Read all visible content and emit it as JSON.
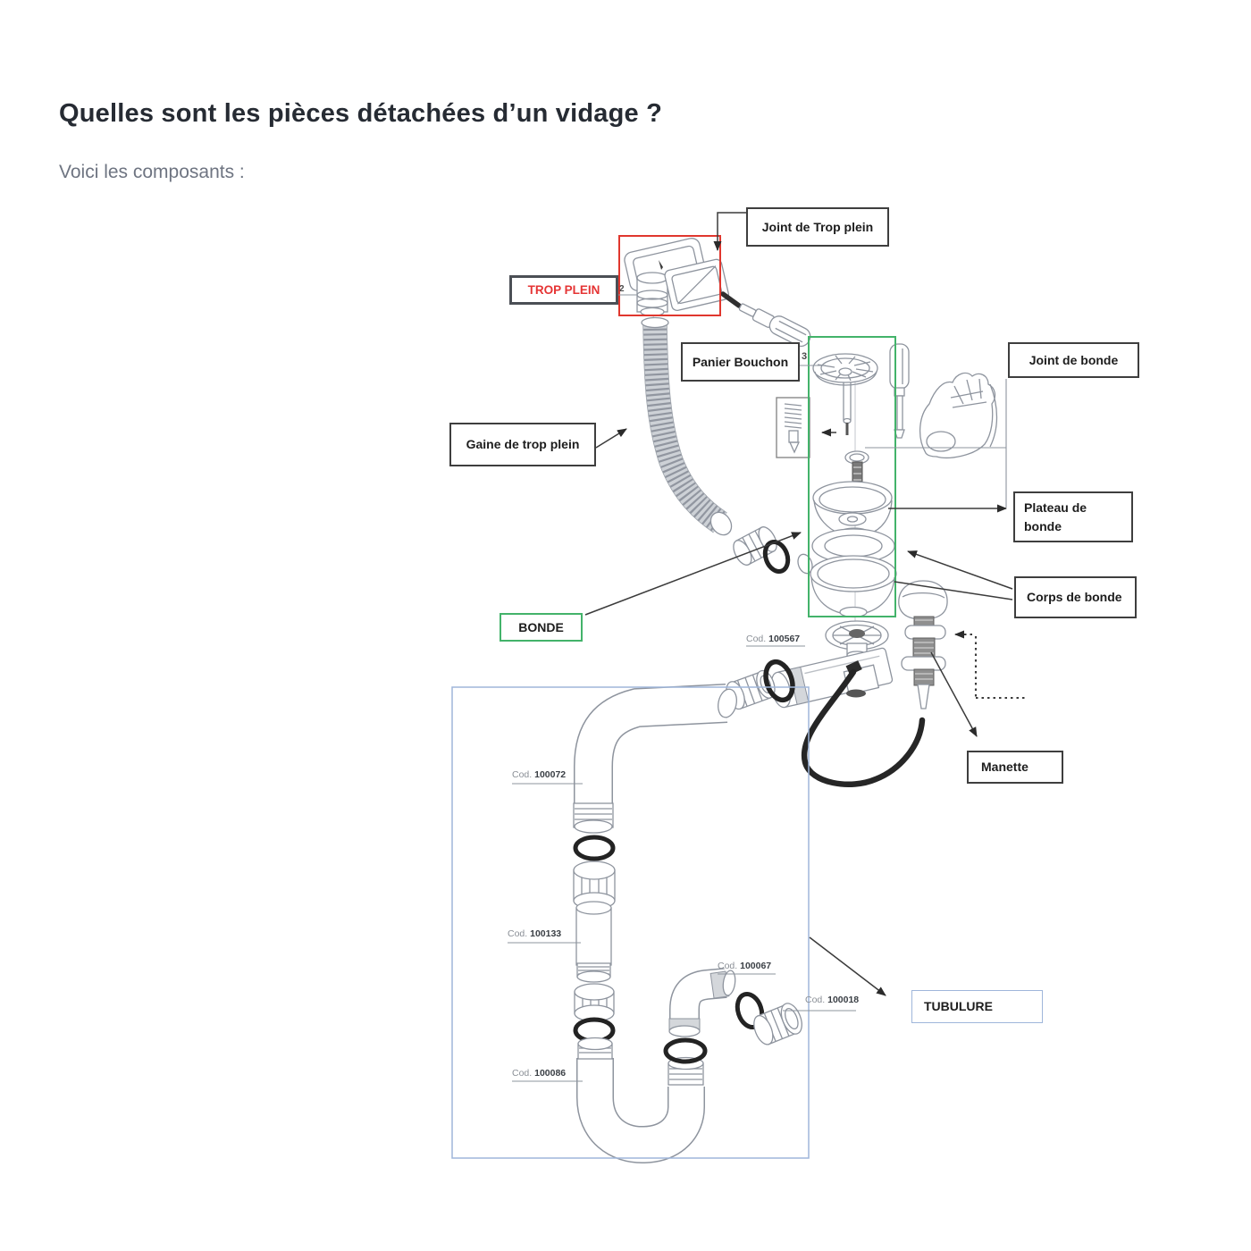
{
  "page": {
    "title": "Quelles sont les pièces détachées d’un vidage ?",
    "subtitle": "Voici les composants :"
  },
  "callouts": {
    "joint_trop_plein": "Joint de Trop plein",
    "trop_plein": "TROP PLEIN",
    "panier_bouchon": "Panier Bouchon",
    "joint_bonde": "Joint de bonde",
    "gaine_trop_plein": "Gaine de trop plein",
    "plateau_bonde": "Plateau de bonde",
    "corps_bonde": "Corps de bonde",
    "bonde": "BONDE",
    "manette": "Manette",
    "tubulure": "TUBULURE"
  },
  "annotations": {
    "trop_plein_index": "2",
    "panier_index": "3"
  },
  "codes": {
    "tee": {
      "prefix": "Cod.",
      "number": "100567"
    },
    "elbow_large": {
      "prefix": "Cod.",
      "number": "100072"
    },
    "pipe_straight": {
      "prefix": "Cod.",
      "number": "100133"
    },
    "elbow_small": {
      "prefix": "Cod.",
      "number": "100067"
    },
    "nut": {
      "prefix": "Cod.",
      "number": "100018"
    },
    "siphon": {
      "prefix": "Cod.",
      "number": "100086"
    }
  },
  "colors": {
    "trop_plein_zone": "#e0372e",
    "bonde_zone": "#43b36a",
    "tubulure_zone": "#9fb6da",
    "label_border": "#3e3e3e",
    "trop_plein_text": "#e53434",
    "title_text": "#262b33",
    "subtitle_text": "#6e7481",
    "diagram_line": "#8e949e",
    "leader_line": "#3b3b3b"
  }
}
